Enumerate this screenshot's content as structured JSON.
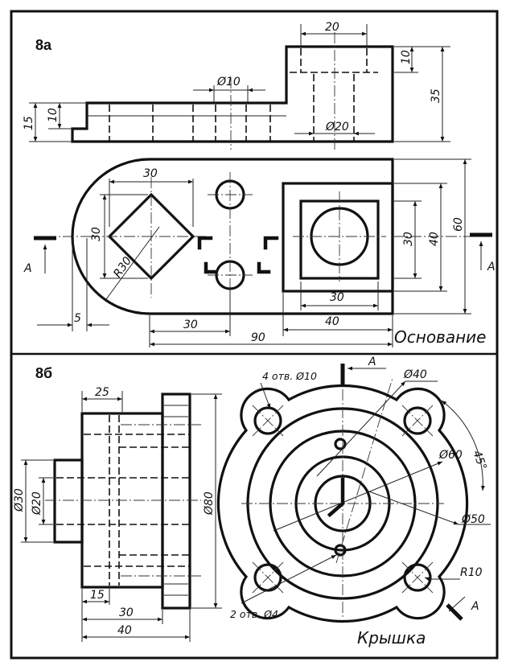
{
  "fig_a": {
    "number": "8а",
    "title": "Основание",
    "section_mark": "А",
    "dims": {
      "d20": "20",
      "d10_right": "10",
      "d35": "35",
      "phi10": "Ø10",
      "d15": "15",
      "d10_left": "10",
      "phi20": "Ø20",
      "d30_top": "30",
      "d30_left": "30",
      "r30": "R30",
      "d30_sq": "30",
      "d40_sq": "40",
      "d60": "60",
      "d30_bottom": "30",
      "d5": "5",
      "d30_lower": "30",
      "d40_lower": "40",
      "d90": "90"
    }
  },
  "fig_b": {
    "number": "8б",
    "title": "Крышка",
    "section_mark": "А",
    "dims": {
      "d25": "25",
      "phi30": "Ø30",
      "phi20": "Ø20",
      "phi80": "Ø80",
      "d15": "15",
      "d30": "30",
      "d40": "40",
      "holes4": "4 отв. Ø10",
      "phi40": "Ø40",
      "ang45": "45°",
      "phi60": "Ø60",
      "phi50": "Ø50",
      "r10": "R10",
      "holes2": "2 отв. Ø4"
    }
  }
}
